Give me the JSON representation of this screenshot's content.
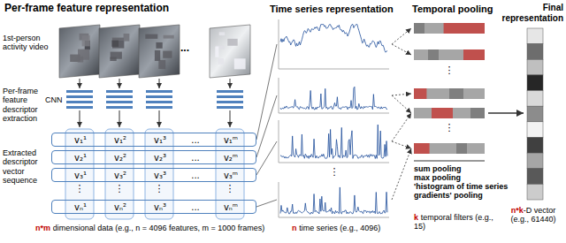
{
  "diagram": {
    "nodes": [
      {
        "text": [
          "v₁¹",
          "v₁²",
          "v₁³",
          "...",
          "v₁ᵐ"
        ]
      },
      {
        "text": [
          "v₂¹",
          "v₂²",
          "v₂³",
          "...",
          "v₂ᵐ"
        ]
      },
      {
        "text": [
          "v₃¹",
          "v₃²",
          "v₃³",
          "...",
          "v₃ᵐ"
        ]
      },
      {
        "text": [
          "vₙ¹",
          "vₙ²",
          "vₙ³",
          "...",
          "vₙᵐ"
        ]
      }
    ],
    "labels": [
      "Per-frame feature representation",
      "1st-person activity video",
      "...",
      "Per-frame feature descriptor extraction",
      "CNN",
      "Extracted descriptor vector sequence",
      "⋮",
      "⋮",
      "⋮",
      "⋮",
      "n*m",
      "dimensional data (e.g., n = 4096 features, m = 1000 frames)",
      "Time series representation",
      "⋮",
      "n",
      "time series (e.g., 4096)",
      "Temporal pooling",
      "⋮",
      "⋮",
      "sum pooling",
      "max pooling",
      "'histogram of time series gradients' pooling",
      "k",
      "temporal filters (e.g., 15)",
      "Final representation",
      "n*k",
      "-D vector (e.g., 61440)"
    ]
  }
}
